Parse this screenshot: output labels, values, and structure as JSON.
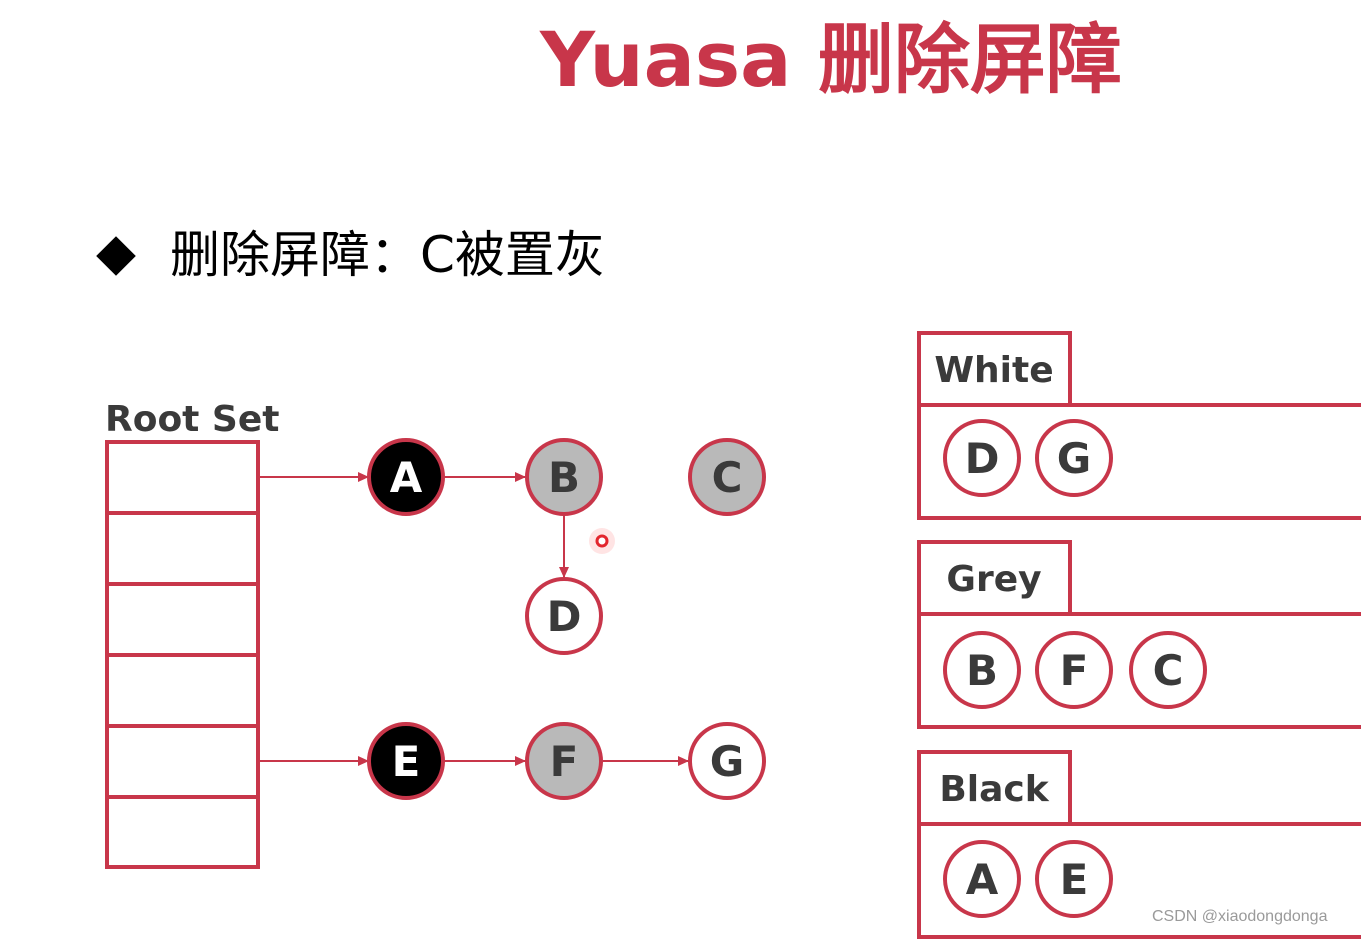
{
  "title": "Yuasa 删除屏障",
  "bullet_text": "删除屏障：C被置灰",
  "root_set_label": "Root Set",
  "graph_nodes": {
    "A": "A",
    "B": "B",
    "C": "C",
    "D": "D",
    "E": "E",
    "F": "F",
    "G": "G"
  },
  "sets": {
    "white": {
      "label": "White",
      "members": [
        "D",
        "G"
      ]
    },
    "grey": {
      "label": "Grey",
      "members": [
        "B",
        "F",
        "C"
      ]
    },
    "black": {
      "label": "Black",
      "members": [
        "A",
        "E"
      ]
    }
  },
  "watermark": "CSDN @xiaodongdonga",
  "colors": {
    "accent": "#c8364a",
    "black_node": "#000000",
    "grey_node": "#b9b9b9",
    "white_node": "#ffffff"
  }
}
